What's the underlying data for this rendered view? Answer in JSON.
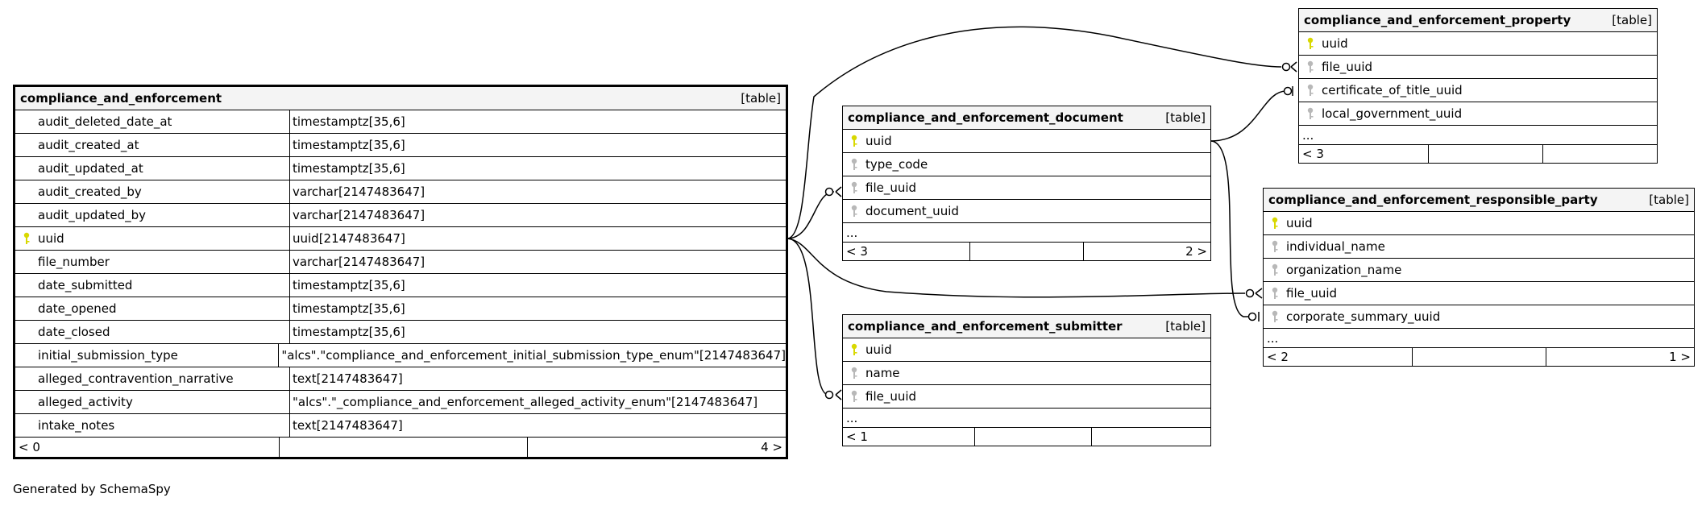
{
  "footer_text": "Generated by SchemaSpy",
  "colors": {
    "primary_key": "#d8d800",
    "foreign_key": "#b8b8b8",
    "header_bg": "#f4f4f4"
  },
  "tables": {
    "main": {
      "name": "compliance_and_enforcement",
      "kind": "[table]",
      "columns": [
        {
          "name": "audit_deleted_date_at",
          "type": "timestamptz[35,6]"
        },
        {
          "name": "audit_created_at",
          "type": "timestamptz[35,6]"
        },
        {
          "name": "audit_updated_at",
          "type": "timestamptz[35,6]"
        },
        {
          "name": "audit_created_by",
          "type": "varchar[2147483647]"
        },
        {
          "name": "audit_updated_by",
          "type": "varchar[2147483647]"
        },
        {
          "name": "uuid",
          "type": "uuid[2147483647]",
          "key": "primary-key-icon"
        },
        {
          "name": "file_number",
          "type": "varchar[2147483647]"
        },
        {
          "name": "date_submitted",
          "type": "timestamptz[35,6]"
        },
        {
          "name": "date_opened",
          "type": "timestamptz[35,6]"
        },
        {
          "name": "date_closed",
          "type": "timestamptz[35,6]"
        },
        {
          "name": "initial_submission_type",
          "type": "\"alcs\".\"compliance_and_enforcement_initial_submission_type_enum\"[2147483647]"
        },
        {
          "name": "alleged_contravention_narrative",
          "type": "text[2147483647]"
        },
        {
          "name": "alleged_activity",
          "type": "\"alcs\".\"_compliance_and_enforcement_alleged_activity_enum\"[2147483647]"
        },
        {
          "name": "intake_notes",
          "type": "text[2147483647]"
        }
      ],
      "footer": [
        "< 0",
        "",
        "4 >"
      ]
    },
    "document": {
      "name": "compliance_and_enforcement_document",
      "kind": "[table]",
      "columns": [
        {
          "name": "uuid",
          "key": "primary-key-icon"
        },
        {
          "name": "type_code",
          "key": "foreign-key-icon"
        },
        {
          "name": "file_uuid",
          "key": "foreign-key-icon"
        },
        {
          "name": "document_uuid",
          "key": "foreign-key-icon"
        }
      ],
      "more": "...",
      "footer": [
        "< 3",
        "",
        "2 >"
      ]
    },
    "submitter": {
      "name": "compliance_and_enforcement_submitter",
      "kind": "[table]",
      "columns": [
        {
          "name": "uuid",
          "key": "primary-key-icon"
        },
        {
          "name": "name",
          "key": "foreign-key-icon"
        },
        {
          "name": "file_uuid",
          "key": "foreign-key-icon"
        }
      ],
      "more": "...",
      "footer": [
        "< 1",
        "",
        ""
      ]
    },
    "property": {
      "name": "compliance_and_enforcement_property",
      "kind": "[table]",
      "columns": [
        {
          "name": "uuid",
          "key": "primary-key-icon"
        },
        {
          "name": "file_uuid",
          "key": "foreign-key-icon"
        },
        {
          "name": "certificate_of_title_uuid",
          "key": "foreign-key-icon"
        },
        {
          "name": "local_government_uuid",
          "key": "foreign-key-icon"
        }
      ],
      "more": "...",
      "footer": [
        "< 3",
        "",
        ""
      ]
    },
    "party": {
      "name": "compliance_and_enforcement_responsible_party",
      "kind": "[table]",
      "columns": [
        {
          "name": "uuid",
          "key": "primary-key-icon"
        },
        {
          "name": "individual_name",
          "key": "foreign-key-icon"
        },
        {
          "name": "organization_name",
          "key": "foreign-key-icon"
        },
        {
          "name": "file_uuid",
          "key": "foreign-key-icon"
        },
        {
          "name": "corporate_summary_uuid",
          "key": "foreign-key-icon"
        }
      ],
      "more": "...",
      "footer": [
        "< 2",
        "",
        "1 >"
      ]
    }
  }
}
